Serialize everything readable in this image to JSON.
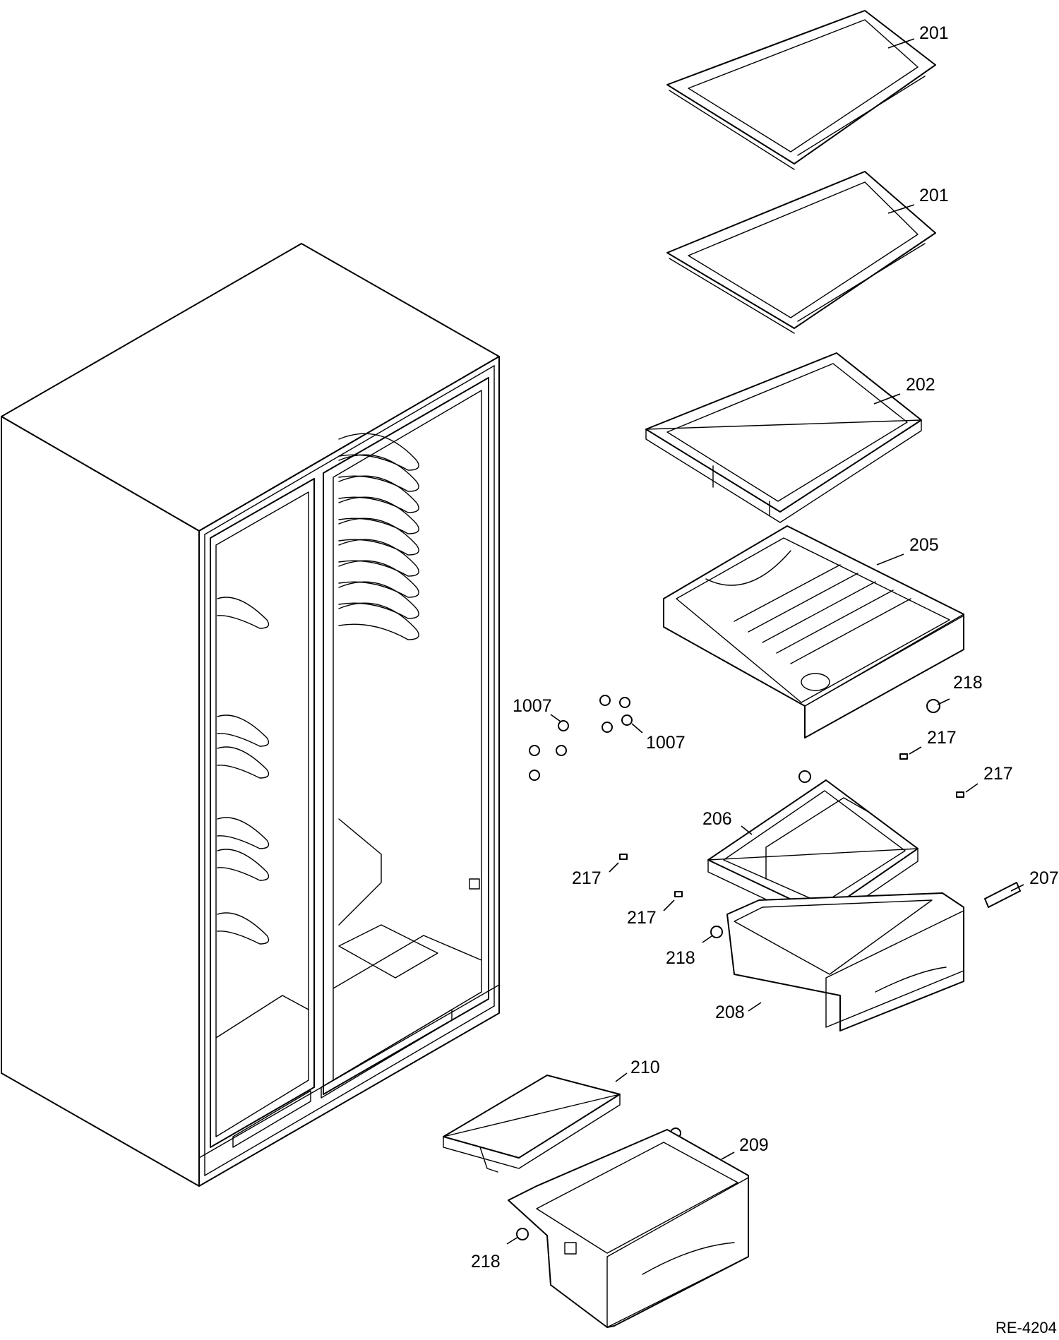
{
  "callouts": {
    "c201a": "201",
    "c201b": "201",
    "c202": "202",
    "c205": "205",
    "c218a": "218",
    "c1007a": "1007",
    "c1007b": "1007",
    "c217a": "217",
    "c217b": "217",
    "c206": "206",
    "c217c": "217",
    "c207": "207",
    "c217d": "217",
    "c218b": "218",
    "c208": "208",
    "c210": "210",
    "c209": "209",
    "c218c": "218"
  },
  "drawing_number": "RE-4204"
}
